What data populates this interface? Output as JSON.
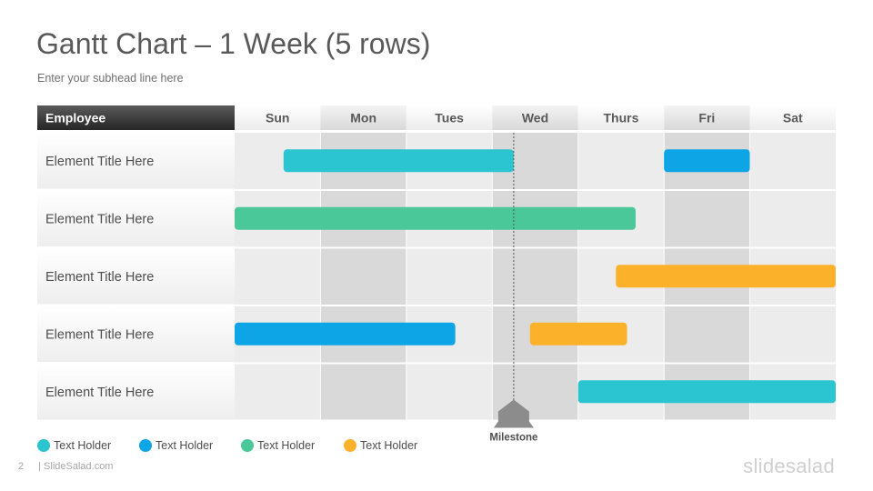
{
  "page": {
    "title": "Gantt Chart – 1 Week (5 rows)",
    "subtitle": "Enter your subhead  line here",
    "page_number": "2",
    "footer_text": "| SlideSalad.com",
    "brand": "slidesalad"
  },
  "colors": {
    "teal": "#2bc4d1",
    "blue": "#0ea5e6",
    "green": "#4bc89a",
    "orange": "#fbb12a",
    "header_dark": "#3c3c3c",
    "milestone": "#8c8c8c"
  },
  "chart_data": {
    "type": "gantt",
    "row_header": "Employee",
    "days": [
      "Sun",
      "Mon",
      "Tues",
      "Wed",
      "Thurs",
      "Fri",
      "Sat"
    ],
    "rows": [
      {
        "label": "Element Title Here",
        "tasks": [
          {
            "start": 0.57,
            "end": 3.25,
            "color": "teal"
          },
          {
            "start": 5.0,
            "end": 6.0,
            "color": "blue"
          }
        ]
      },
      {
        "label": "Element Title Here",
        "tasks": [
          {
            "start": 0.0,
            "end": 4.67,
            "color": "green"
          }
        ]
      },
      {
        "label": "Element Title Here",
        "tasks": [
          {
            "start": 4.44,
            "end": 7.0,
            "color": "orange"
          }
        ]
      },
      {
        "label": "Element Title Here",
        "tasks": [
          {
            "start": 0.0,
            "end": 2.57,
            "color": "blue"
          },
          {
            "start": 3.44,
            "end": 4.57,
            "color": "orange"
          }
        ]
      },
      {
        "label": "Element Title Here",
        "tasks": [
          {
            "start": 4.0,
            "end": 7.0,
            "color": "teal"
          }
        ]
      }
    ],
    "milestone": {
      "label": "Milestone",
      "day": 3.25
    }
  },
  "legend": [
    {
      "label": "Text Holder",
      "color": "teal"
    },
    {
      "label": "Text Holder",
      "color": "blue"
    },
    {
      "label": "Text Holder",
      "color": "green"
    },
    {
      "label": "Text Holder",
      "color": "orange"
    }
  ]
}
